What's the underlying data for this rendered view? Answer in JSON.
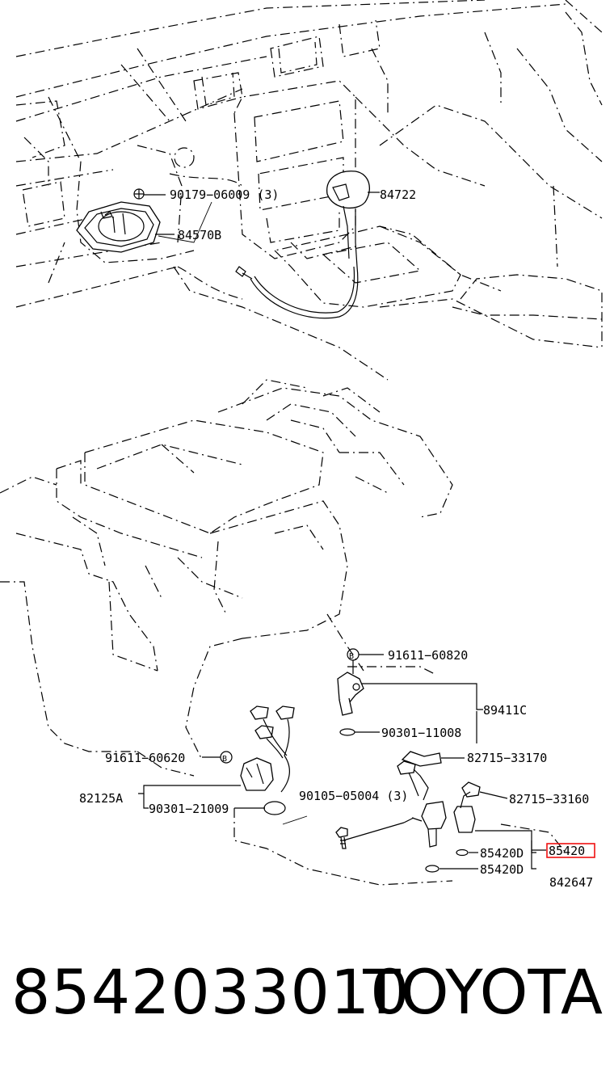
{
  "labels": {
    "l90179": "90179−06009 (3)",
    "l84722": "84722",
    "l84570b": "84570B",
    "l91611_60820": "91611−60820",
    "l89411c": "89411C",
    "l90301_11008": "90301−11008",
    "l82715_33170": "82715−33170",
    "l91611_60620": "91611−60620",
    "l82125a": "82125A",
    "l90301_21009": "90301−21009",
    "l90105": "90105−05004 (3)",
    "l82715_33160": "82715−33160",
    "l85420": "85420",
    "l85420d_1": "85420D",
    "l85420d_2": "85420D",
    "l842647": "842647",
    "marker_b": "B"
  },
  "footer": {
    "part_number": "8542033010",
    "brand": "TOYOTA"
  },
  "colors": {
    "highlight": "#e11111",
    "ink": "#000000"
  }
}
